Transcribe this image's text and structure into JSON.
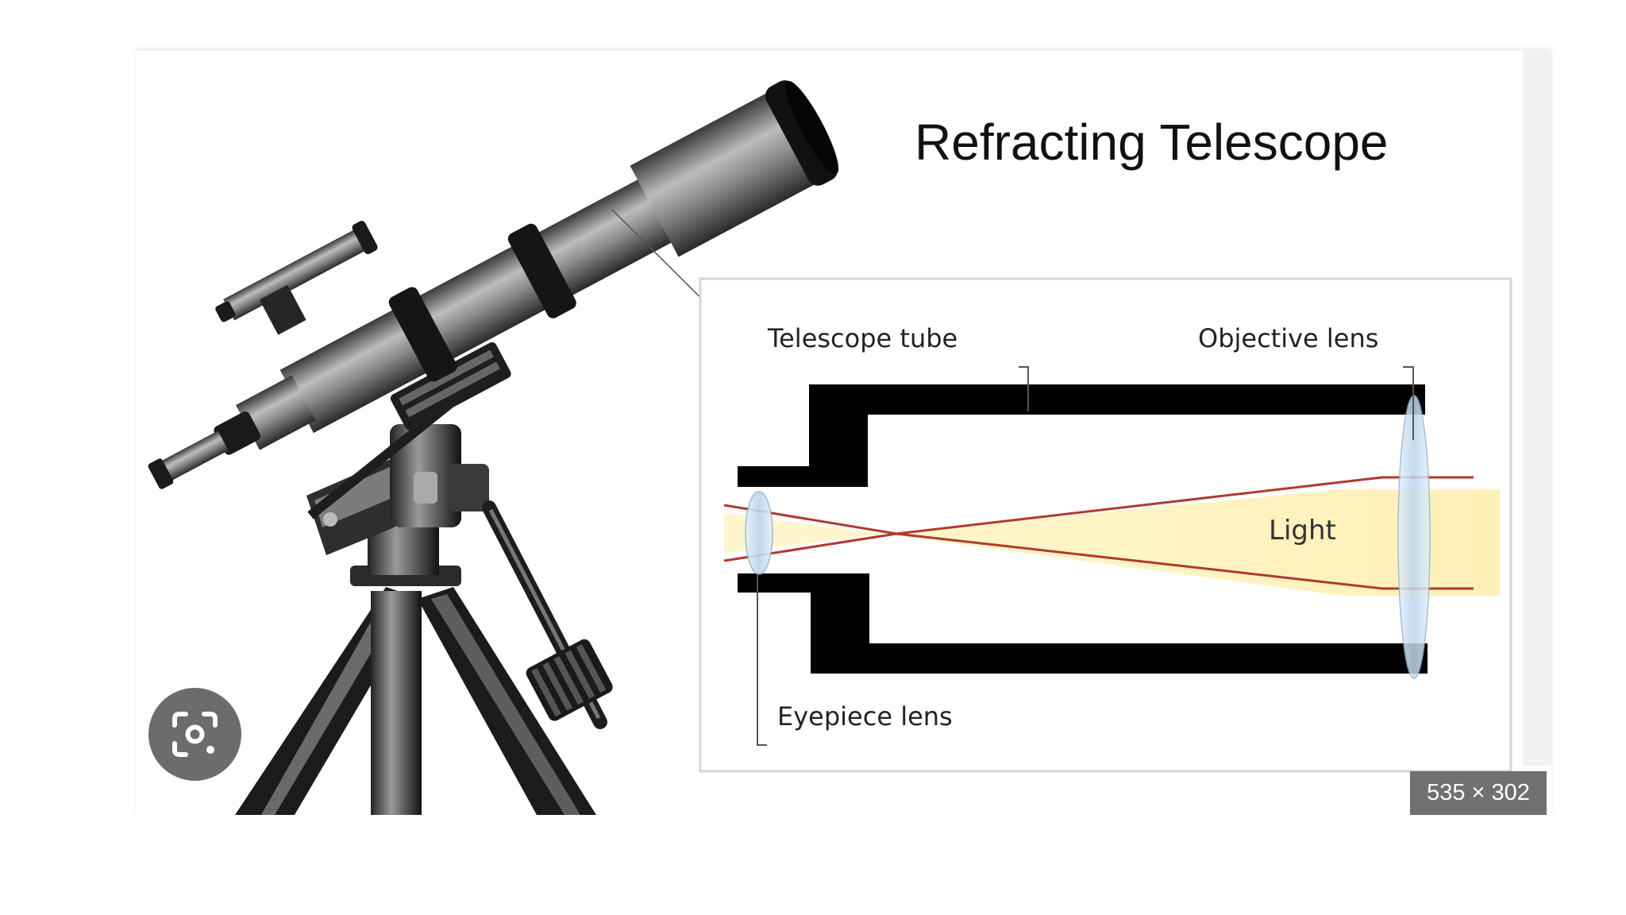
{
  "figure": {
    "title": "Refracting Telescope",
    "labels": {
      "telescope_tube": "Telescope tube",
      "objective_lens": "Objective lens",
      "eyepiece_lens": "Eyepiece lens",
      "light": "Light"
    }
  },
  "overlay": {
    "lens_button_icon": "google-lens-icon",
    "dimensions": "535 × 302"
  },
  "colors": {
    "tube": "#000000",
    "light_beam": "#fff4c8",
    "ray": "#b03a2e",
    "lens": "#cfe3f2",
    "badge_bg": "#646464"
  }
}
